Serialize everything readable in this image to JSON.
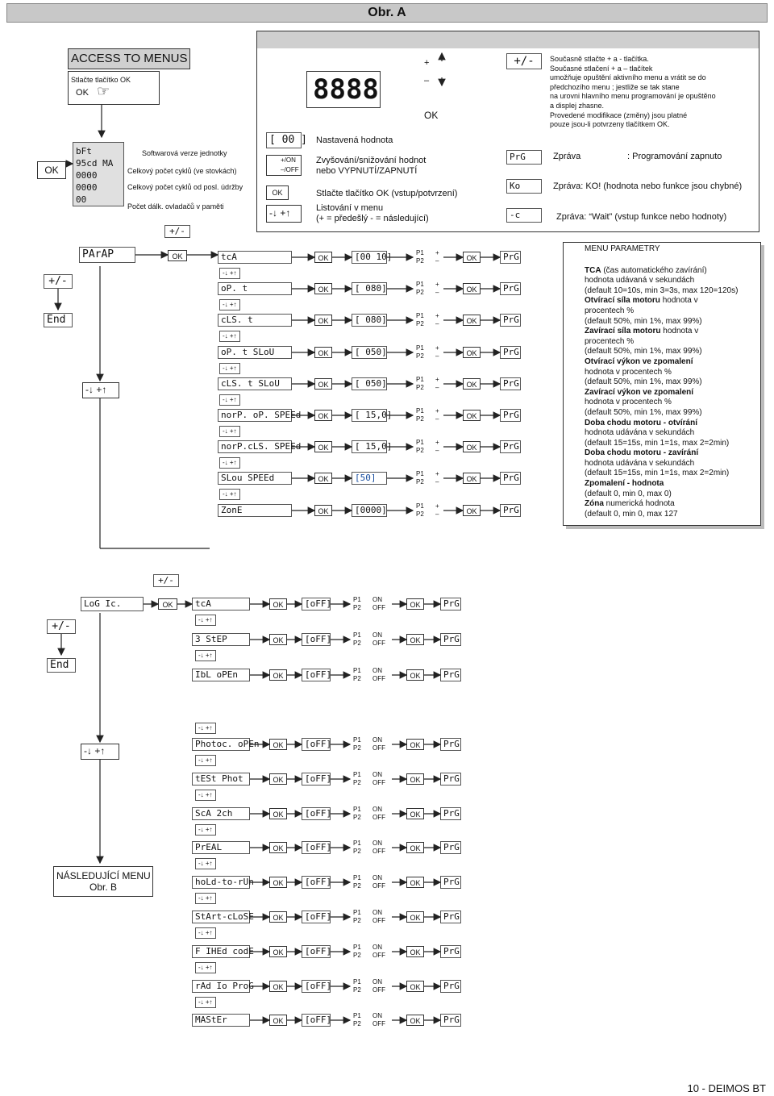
{
  "title": "Obr. A",
  "access": {
    "heading": "ACCESS TO MENUS",
    "press_ok": "Stlačte tlačítko OK",
    "ok_label": "OK"
  },
  "status_lcd": {
    "lines": [
      "bFt",
      "95cd MA",
      "0000",
      "0000",
      "00"
    ],
    "descriptions": [
      "Softwarová verze jednotky",
      "Celkový počet cyklů (ve stovkách)",
      "Celkový počet cyklů od posl. údržby",
      "Počet dálk. ovladačů v paměti"
    ]
  },
  "legend": {
    "display": "8888",
    "plus": "+",
    "minus": "–",
    "ok": "OK",
    "set_value_lcd": "[ 00 ]",
    "set_value_text": "Nastavená hodnota",
    "onoff_plus": "+/ON",
    "onoff_minus": "–/OFF",
    "onoff_text1": "Zvyšování/snižování hodnot",
    "onoff_text2": "nebo VYPNUTÍ/ZAPNUTÍ",
    "ok_text": "Stlačte tlačítko OK (vstup/potvrzení)",
    "scroll_text1": "Listování v menu",
    "scroll_text2": "(+ = předešlý   - = následující)",
    "pm_lcd": "+/-",
    "pm_text": [
      "Současně stlačte  + a - tlačítka.",
      "Současné stlačení     + a  – tlačítek",
      "umožňuje opuštění aktivního menu a vrátit se do",
      "předchozího menu  ; jestliže se tak stane",
      "na urovni hlavního menu programování je opuštěno",
      "a displej zhasne.",
      "Provedené modifikace (změny) jsou platné",
      "pouze jsou-li potvrzeny tlačítkem OK."
    ],
    "prg_lcd": "PrG",
    "prg_label": "Zpráva",
    "prg_text": ": Programování zapnuto",
    "ko_lcd": "Ko",
    "ko_text": "Zpráva: KO! (hodnota nebo funkce jsou chybné)",
    "wait_lcd": "-c",
    "wait_text": "Zpráva: “Wait” (vstup funkce nebo hodnoty)"
  },
  "common": {
    "pm": "+/-",
    "end": "End",
    "scroll": "-↓ +↑",
    "ok": "OK",
    "prg": "PrG",
    "p1": "P1",
    "p2": "P2",
    "plus": "+",
    "minus": "–",
    "on": "ON",
    "off": "OFF"
  },
  "param": {
    "menu_lcd": "PArAP",
    "rows": [
      {
        "name": "tcA",
        "value": "[00 10]"
      },
      {
        "name": "oP. t",
        "value": "[  080]"
      },
      {
        "name": "cLS. t",
        "value": "[  080]"
      },
      {
        "name": "oP. t SLoU",
        "value": "[  050]"
      },
      {
        "name": "cLS. t SLoU",
        "value": "[  050]"
      },
      {
        "name": "norP. oP. SPEEd",
        "value": "[  15,0]"
      },
      {
        "name": "norP.cLS. SPEEd",
        "value": "[  15,0]"
      },
      {
        "name": "SLou SPEEd",
        "value": "[50]"
      },
      {
        "name": "ZonE",
        "value": "[0000]"
      }
    ],
    "panel_title": "MENU PARAMETRY",
    "panel_items": [
      {
        "b": "TCA",
        "t": " (čas automatického zavírání)"
      },
      {
        "b": "",
        "t": "hodnota udávaná v sekundách"
      },
      {
        "b": "",
        "t": "(default 10=10s, min 3=3s, max 120=120s)"
      },
      {
        "b": "Otvírací síla motoru",
        "t": " hodnota v"
      },
      {
        "b": "",
        "t": "procentech %"
      },
      {
        "b": "",
        "t": "(default 50%, min 1%, max 99%)"
      },
      {
        "b": "Zavírací síla motoru",
        "t": " hodnota v"
      },
      {
        "b": "",
        "t": "procentech %"
      },
      {
        "b": "",
        "t": "(default 50%, min 1%, max 99%)"
      },
      {
        "b": "Otvírací výkon ve zpomalení",
        "t": ""
      },
      {
        "b": "",
        "t": "hodnota v procentech %"
      },
      {
        "b": "",
        "t": "(default 50%, min 1%, max 99%)"
      },
      {
        "b": "Zavírací výkon ve zpomalení",
        "t": ""
      },
      {
        "b": "",
        "t": "hodnota v procentech %"
      },
      {
        "b": "",
        "t": "(default 50%, min 1%, max 99%)"
      },
      {
        "b": "Doba chodu motoru - otvírání",
        "t": ""
      },
      {
        "b": "",
        "t": "hodnota udávána v sekundách"
      },
      {
        "b": "",
        "t": "(default 15=15s, min 1=1s, max 2=2min)"
      },
      {
        "b": "Doba chodu motoru - zavírání",
        "t": ""
      },
      {
        "b": "",
        "t": "hodnota udávána v sekundách"
      },
      {
        "b": "",
        "t": "(default 15=15s, min 1=1s, max 2=2min)"
      },
      {
        "b": "Zpomalení - hodnota",
        "t": ""
      },
      {
        "b": "",
        "t": "(default 0, min 0, max 0)"
      },
      {
        "b": "Zóna",
        "t": " numerická hodnota"
      },
      {
        "b": "",
        "t": "(default 0, min 0, max 127"
      }
    ]
  },
  "logic": {
    "menu_lcd": "LoG Ic.",
    "rows_a": [
      {
        "name": "tcA",
        "value": "[oFF]"
      },
      {
        "name": "3 StEP",
        "value": "[oFF]"
      },
      {
        "name": "IbL oPEn",
        "value": "[oFF]"
      }
    ],
    "rows_b": [
      {
        "name": "Photoc. oPEn",
        "value": "[oFF]"
      },
      {
        "name": "tESt Phot",
        "value": "[oFF]"
      },
      {
        "name": "ScA 2ch",
        "value": "[oFF]"
      },
      {
        "name": "PrEAL",
        "value": "[oFF]"
      },
      {
        "name": "hoLd-to-rUn",
        "value": "[oFF]"
      },
      {
        "name": "StArt-cLoSE",
        "value": "[oFF]"
      },
      {
        "name": "F IHEd codE",
        "value": "[oFF]"
      },
      {
        "name": "rAd Io ProG",
        "value": "[oFF]"
      },
      {
        "name": "MAStEr",
        "value": "[oFF]"
      }
    ]
  },
  "next_menu": {
    "line1": "NÁSLEDUJÍCÍ MENU",
    "line2": "Obr. B"
  },
  "footer": "10 - DEIMOS BT"
}
